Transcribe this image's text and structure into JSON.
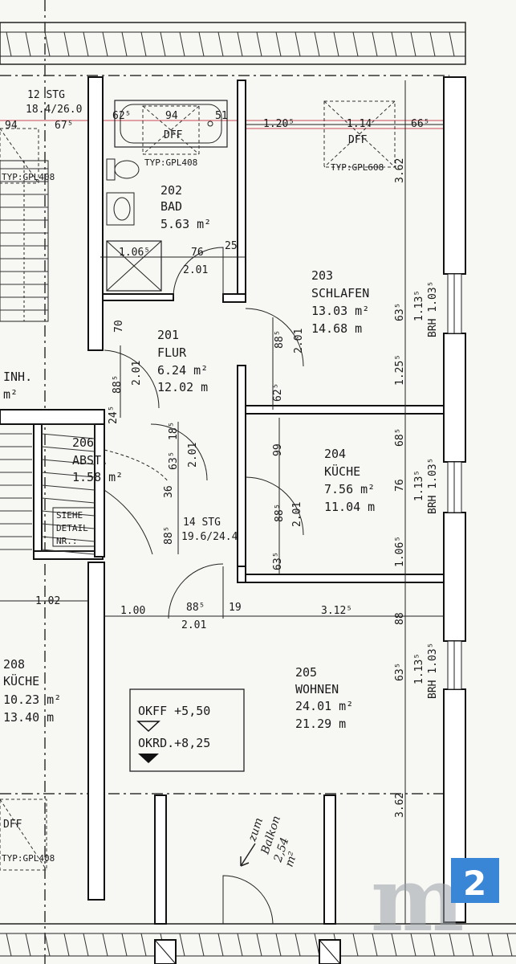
{
  "rooms": {
    "bad": {
      "number": "202",
      "name": "BAD",
      "area": "5.63 m²"
    },
    "schlafen": {
      "number": "203",
      "name": "SCHLAFEN",
      "area": "13.03 m²",
      "perimeter": "14.68 m"
    },
    "flur": {
      "number": "201",
      "name": "FLUR",
      "area": "6.24 m²",
      "perimeter": "12.02 m"
    },
    "abst": {
      "number": "206",
      "name": "ABST.",
      "area": "1.58 m²"
    },
    "kueche204": {
      "number": "204",
      "name": "KÜCHE",
      "area": "7.56 m²",
      "perimeter": "11.04 m"
    },
    "wohnen": {
      "number": "205",
      "name": "WOHNEN",
      "area": "24.01 m²",
      "perimeter": "21.29 m"
    },
    "kueche208": {
      "number": "208",
      "name": "KÜCHE",
      "area": "10.23 m²",
      "perimeter": "13.40 m"
    },
    "einh": {
      "name": "INH.",
      "area": "m²"
    }
  },
  "stairs": {
    "upper": {
      "label": "12 STG",
      "ratio": "18.4/26.0"
    },
    "lower": {
      "label": "14 STG",
      "ratio": "19.6/24.4"
    }
  },
  "windows": {
    "dff_label": "DFF",
    "type_label": "TYP:GPL408",
    "type_label_right": "TYP:GPL608",
    "brh": "BRH 1.03⁵"
  },
  "detail_note": {
    "line1": "SIEHE",
    "line2": "DETAIL",
    "line3": "NR.:"
  },
  "levels": {
    "okff": "OKFF +5,50",
    "okrd": "OKRD.+8,25"
  },
  "handwriting": {
    "line1": "zum",
    "line2": "Balkon",
    "line3": "2,54",
    "line4": "m²"
  },
  "watermark": {
    "text": "m",
    "sup": "2"
  },
  "dims": {
    "d94": "94",
    "d675": "67⁵",
    "d625": "62⁵",
    "d94b": "94",
    "d51": "51",
    "d1205": "1.20⁵",
    "d114": "1.14",
    "d665": "66⁵",
    "d362": "3.62",
    "d1065": "1.06⁵",
    "d76": "76",
    "d25": "25",
    "d201a": "2.01",
    "d70": "70",
    "d885a": "88⁵",
    "d201b": "2.01",
    "d625b": "62⁵",
    "d885b": "88⁵",
    "d201c": "2.01",
    "d245": "24⁵",
    "d185": "18⁵",
    "d635": "63⁵",
    "d201d": "2.01",
    "d36": "36",
    "d1135a": "1.13⁵",
    "d635b": "63⁵",
    "d1255": "1.25⁵",
    "d99": "99",
    "d685": "68⁵",
    "d885c": "88⁵",
    "d201e": "2.01",
    "d885d": "88⁵",
    "d1135b": "1.13⁵",
    "d76b": "76",
    "d635c": "63⁵",
    "d1065b": "1.06⁵",
    "d102": "1.02",
    "d100": "1.00",
    "d885e": "88⁵",
    "d19": "19",
    "d3125": "3.12⁵",
    "d201f": "2.01",
    "d88": "88",
    "d635d": "63⁵",
    "d1135c": "1.13⁵",
    "d362b": "3.62"
  }
}
